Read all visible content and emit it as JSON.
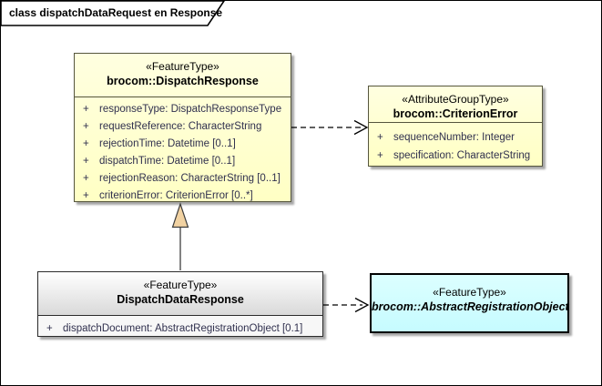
{
  "diagram": {
    "title": "class dispatchDataRequest en Response",
    "classes": [
      {
        "stereotype": "«FeatureType»",
        "name": "brocom::DispatchResponse",
        "attributes": [
          {
            "visibility": "+",
            "text": "responseType: DispatchResponseType"
          },
          {
            "visibility": "+",
            "text": "requestReference: CharacterString"
          },
          {
            "visibility": "+",
            "text": "rejectionTime: Datetime [0..1]"
          },
          {
            "visibility": "+",
            "text": "dispatchTime: Datetime [0..1]"
          },
          {
            "visibility": "+",
            "text": "rejectionReason: CharacterString [0..1]"
          },
          {
            "visibility": "+",
            "text": "criterionError: CriterionError [0..*]"
          }
        ]
      },
      {
        "stereotype": "«AttributeGroupType»",
        "name": "brocom::CriterionError",
        "attributes": [
          {
            "visibility": "+",
            "text": "sequenceNumber: Integer"
          },
          {
            "visibility": "+",
            "text": "specification: CharacterString"
          }
        ]
      },
      {
        "stereotype": "«FeatureType»",
        "name": "DispatchDataResponse",
        "attributes": [
          {
            "visibility": "+",
            "text": "dispatchDocument: AbstractRegistrationObject [0.1]"
          }
        ]
      },
      {
        "stereotype": "«FeatureType»",
        "name": "brocom::AbstractRegistrationObject",
        "attributes": []
      }
    ],
    "relationships": [
      {
        "type": "dependency",
        "from": "brocom::DispatchResponse",
        "to": "brocom::CriterionError",
        "line": "dashed",
        "arrowhead": "open"
      },
      {
        "type": "generalization",
        "from": "DispatchDataResponse",
        "to": "brocom::DispatchResponse",
        "line": "solid",
        "arrowhead": "hollow-triangle"
      },
      {
        "type": "dependency",
        "from": "DispatchDataResponse",
        "to": "brocom::AbstractRegistrationObject",
        "line": "dashed",
        "arrowhead": "open"
      }
    ],
    "colors": {
      "feature_type_fill": "#FFFFCC",
      "feature_type_border": "#55553D",
      "abstract_registration_fill": "#CCFFFF",
      "neutral_class_fill": "#F7F7F7",
      "attribute_text": "#30304E",
      "generalization_triangle_fill": "#F1D2A2",
      "shadow": "#A9A9A9"
    }
  }
}
